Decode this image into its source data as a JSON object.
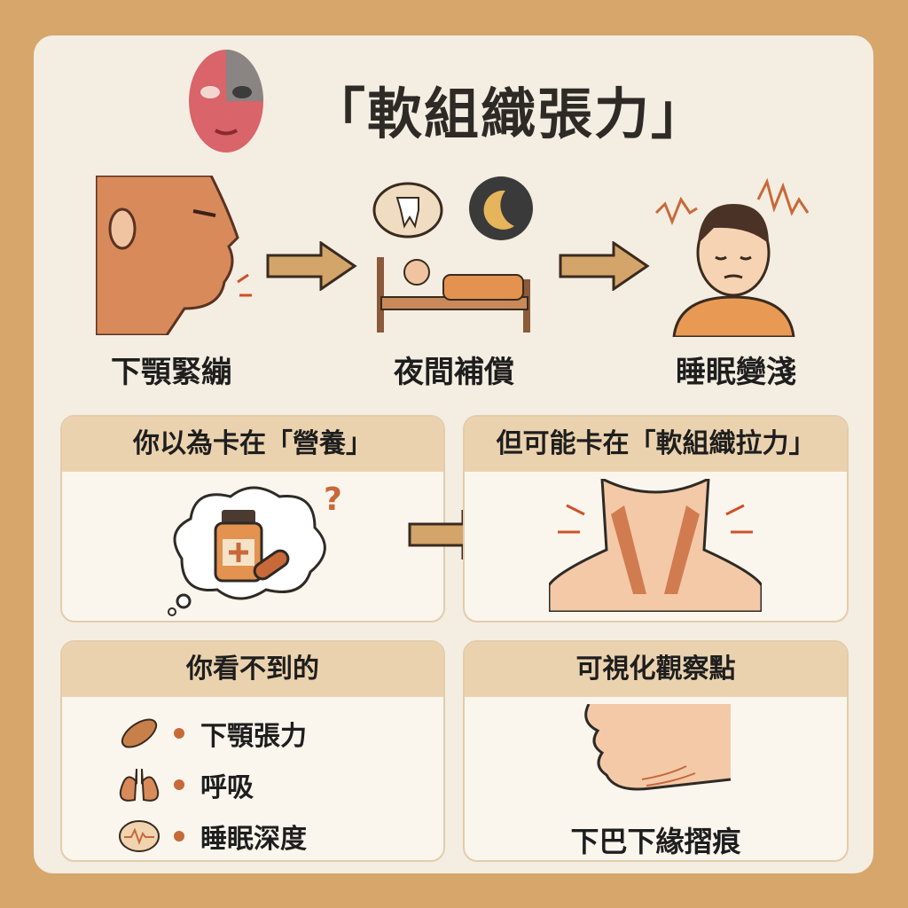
{
  "title": "「軟組織張力」",
  "flow": [
    {
      "label": "下顎緊繃",
      "icon": "jaw-muscle-icon"
    },
    {
      "label": "夜間補償",
      "icon": "sleeping-bed-icon"
    },
    {
      "label": "睡眠變淺",
      "icon": "tired-person-icon"
    }
  ],
  "panels": {
    "nutrition": {
      "header": "你以為卡在「營養」"
    },
    "tension": {
      "header": "但可能卡在「軟組織拉力」"
    },
    "invisible": {
      "header": "你看不到的",
      "items": [
        "下顎張力",
        "呼吸",
        "睡眠深度"
      ]
    },
    "visible": {
      "header": "可視化觀察點",
      "caption": "下巴下緣摺痕"
    }
  },
  "colors": {
    "accent": "#c8693a",
    "header": "#ebd2ae",
    "background": "#d6a66b"
  }
}
